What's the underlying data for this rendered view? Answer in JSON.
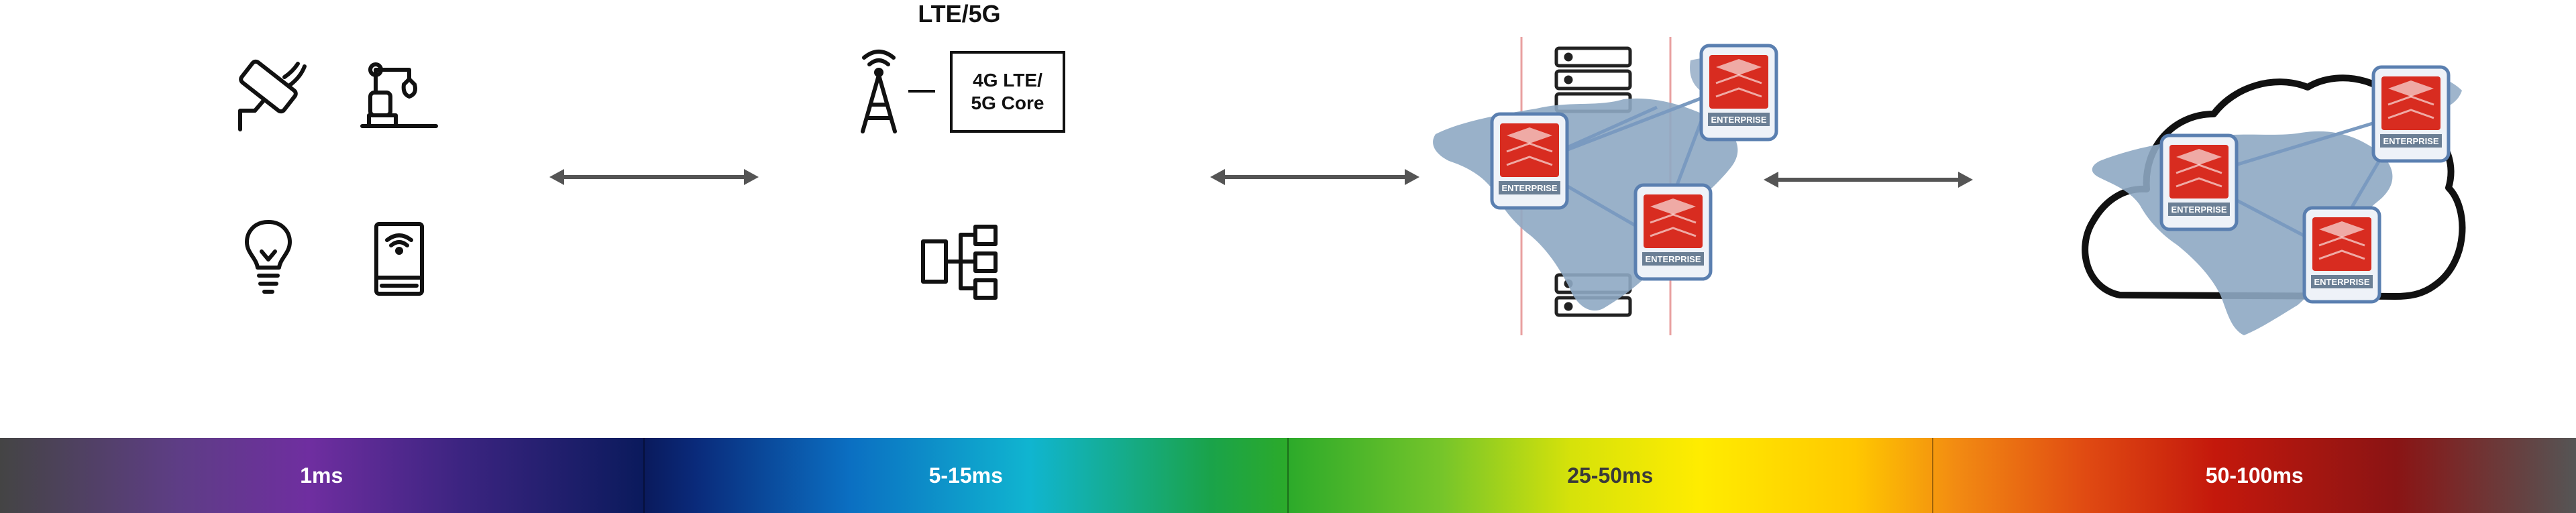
{
  "network": {
    "title": "LTE/5G",
    "core_line1": "4G LTE/",
    "core_line2": "5G Core"
  },
  "badge": {
    "text": "ENTERPRISE"
  },
  "latency": {
    "segments": [
      {
        "label": "1ms"
      },
      {
        "label": "5-15ms"
      },
      {
        "label": "25-50ms"
      },
      {
        "label": "50-100ms"
      }
    ]
  },
  "colors": {
    "icon": "#111111",
    "arrow": "#555555",
    "map": "#8ea8c3",
    "redis_red": "#d82c20",
    "badge_border": "#5a7fb0",
    "rack_line": "#e8a0a0"
  }
}
